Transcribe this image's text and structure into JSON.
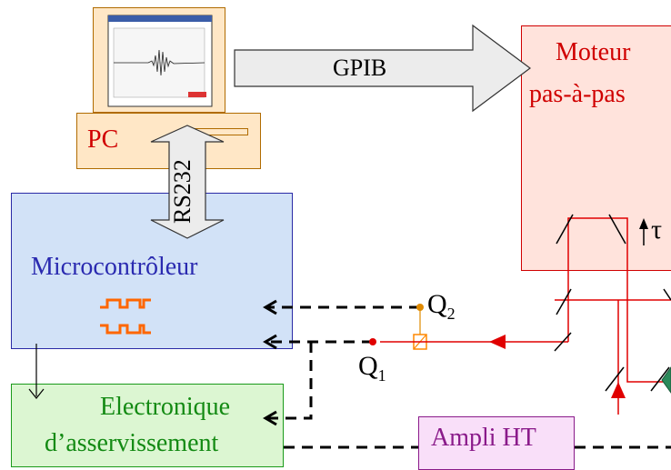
{
  "blocks": {
    "pc": {
      "label": "PC"
    },
    "motor": {
      "line1": "Moteur",
      "line2": "pas-à-pas"
    },
    "micro": {
      "label": "Microcontrôleur"
    },
    "electronics": {
      "line1": "Electronique",
      "line2": "d’asservissement"
    },
    "ampli": {
      "label": "Ampli HT"
    }
  },
  "links": {
    "gpib": "GPIB",
    "rs232": "RS232"
  },
  "signals": {
    "q1": "Q",
    "q1_sub": "1",
    "q2": "Q",
    "q2_sub": "2",
    "tau": "τ"
  },
  "colors": {
    "pc_fill": "#ffe0b3",
    "motor_fill": "#ffe0d6",
    "micro_fill": "#cfe0f7",
    "electronics_fill": "#d9f5d0",
    "ampli_fill": "#f7def7",
    "beam": "#e00000",
    "pulse": "#ff6600",
    "dashed": "#000000"
  }
}
